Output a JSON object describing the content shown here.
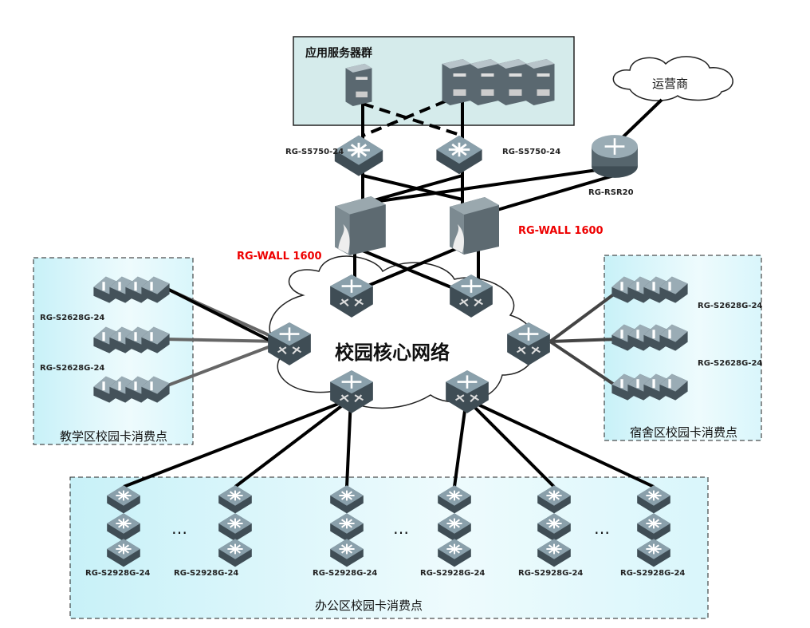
{
  "server_group": {
    "title": "应用服务器群"
  },
  "isp": {
    "label": "运营商"
  },
  "core": {
    "label": "校园核心网络"
  },
  "devices": {
    "server_switch_left": "RG-S5750-24",
    "server_switch_right": "RG-S5750-24",
    "router": "RG-RSR20",
    "firewall_left": "RG-WALL 1600",
    "firewall_right": "RG-WALL 1600"
  },
  "zones": {
    "teaching": {
      "title": "教学区校园卡消费点",
      "labels": [
        "RG-S2628G-24",
        "RG-S2628G-24"
      ]
    },
    "dorm": {
      "title": "宿舍区校园卡消费点",
      "labels": [
        "RG-S2628G-24",
        "RG-S2628G-24"
      ]
    },
    "office": {
      "title": "办公区校园卡消费点",
      "labels": [
        "RG-S2928G-24",
        "RG-S2928G-24",
        "RG-S2928G-24",
        "RG-S2928G-24",
        "RG-S2928G-24",
        "RG-S2928G-24"
      ],
      "ellipsis": "…"
    }
  },
  "colors": {
    "zone_fill": "#d9f6fb",
    "server_fill": "#d5ebeb",
    "device": "#5f6f78",
    "accent_red": "#e00000"
  }
}
